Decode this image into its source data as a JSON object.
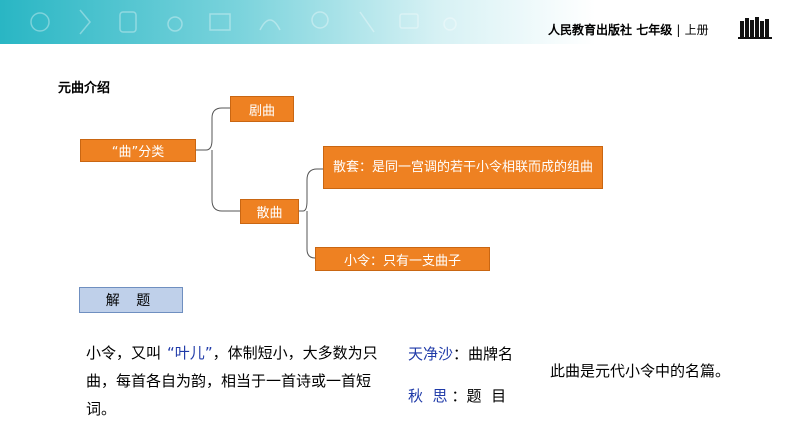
{
  "header": {
    "publisher": "人民教育出版社",
    "grade": "七年级",
    "separator": "|",
    "volume": "上册",
    "logo_icon": "books-icon",
    "colors": {
      "band": "#29b6c4",
      "box": "#ee8122",
      "label_bg": "#bfd0ea",
      "highlight": "#1f3aa8"
    }
  },
  "section_title": "元曲介绍",
  "tree": {
    "root": "“曲”分类",
    "branch_juqu": "剧曲",
    "branch_sanqu": "散曲",
    "leaf_santao": "散套：是同一宫调的若干小令相联而成的组曲",
    "leaf_xiaoling": "小令：只有一支曲子"
  },
  "jieti_label": "解  题",
  "paragraph": {
    "part1": "小令，又叫",
    "quote_open": "“",
    "highlight": "叶儿",
    "quote_close": "”",
    "part2": "，体制短小，大多数为只曲，每首各自为韵，相当于一首诗或一首短词。"
  },
  "terms": {
    "term1_name": "天净沙",
    "term1_desc": "：曲牌名",
    "term2_name": "秋  思",
    "term2_desc": "：题  目"
  },
  "note": "此曲是元代小令中的名篇。"
}
